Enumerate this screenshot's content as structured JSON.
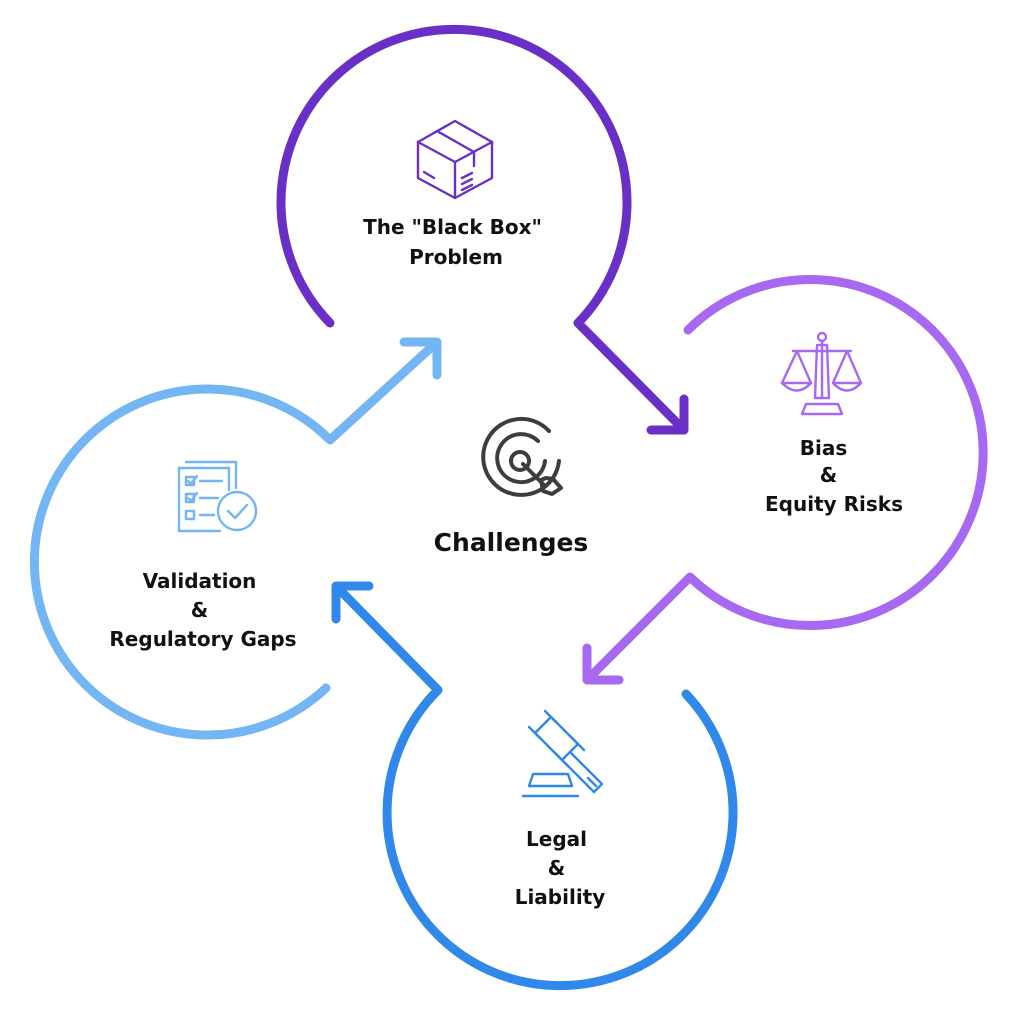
{
  "center": {
    "label": "Challenges",
    "icon": "target-icon",
    "color": "#3d3d3d"
  },
  "nodes": [
    {
      "id": "black-box",
      "icon": "package-box-icon",
      "color": "#6a2fc7",
      "lines": [
        "The \"Black Box\"",
        "Problem"
      ]
    },
    {
      "id": "bias-equity",
      "icon": "balance-scale-icon",
      "color": "#a768f2",
      "lines": [
        "Bias",
        "&",
        "Equity Risks"
      ]
    },
    {
      "id": "legal-liability",
      "icon": "gavel-icon",
      "color": "#2f88ea",
      "lines": [
        "Legal",
        "&",
        "Liability"
      ]
    },
    {
      "id": "validation-regulatory",
      "icon": "checklist-icon",
      "color": "#74b6f3",
      "lines": [
        "Validation",
        "&",
        "Regulatory Gaps"
      ]
    }
  ]
}
